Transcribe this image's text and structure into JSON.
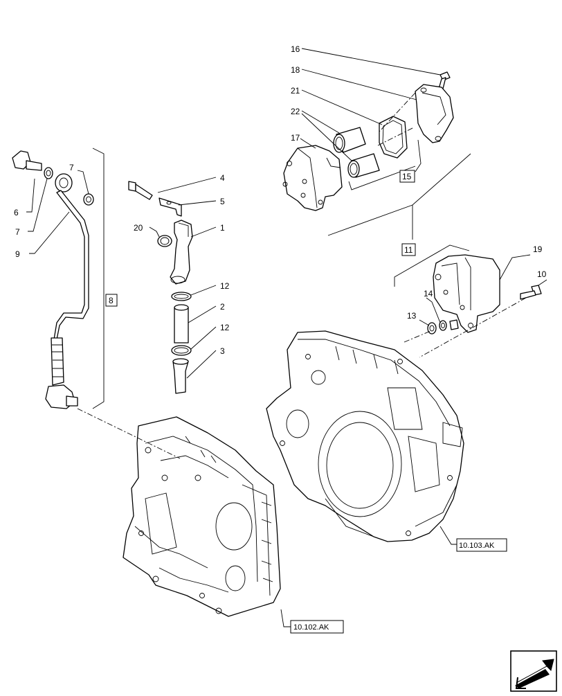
{
  "callouts": {
    "c1": "1",
    "c2": "2",
    "c3": "3",
    "c4": "4",
    "c5": "5",
    "c6": "6",
    "c7a": "7",
    "c7b": "7",
    "c8": "8",
    "c9": "9",
    "c10": "10",
    "c11": "11",
    "c12a": "12",
    "c12b": "12",
    "c13": "13",
    "c14": "14",
    "c15": "15",
    "c16": "16",
    "c17": "17",
    "c18": "18",
    "c19": "19",
    "c20": "20",
    "c21": "21",
    "c22": "22"
  },
  "references": {
    "front_cover": "10.102.AK",
    "flywheel_housing": "10.103.AK"
  },
  "icons": {
    "corner": "next-page-arrow-icon"
  }
}
